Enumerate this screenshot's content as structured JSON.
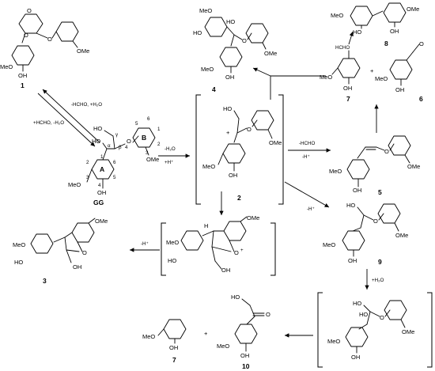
{
  "compounds": {
    "c1": "1",
    "gg": "GG",
    "c2": "2",
    "c3": "3",
    "c4": "4",
    "c5": "5",
    "c6": "6",
    "c7a": "7",
    "c7b": "7",
    "c8": "8",
    "c9": "9",
    "c10": "10"
  },
  "groups": {
    "meo": "MeO",
    "ome": "OMe",
    "oh": "OH",
    "ho": "HO",
    "h": "H",
    "hcho": "HCHO",
    "o": "O",
    "plus": "+",
    "plus_o": "+"
  },
  "gg_labels": {
    "alpha": "α",
    "beta": "β",
    "gamma": "γ",
    "ringA": "A",
    "ringB": "B",
    "n1": "1",
    "n2": "2",
    "n3": "3",
    "n4": "4",
    "n5": "5",
    "n6": "6"
  },
  "reagents": {
    "r1_to_gg": "+HCHO, -H₂O",
    "r_gg_to_1": "-HCHO, +H₂O",
    "r_gg_to_2_a": "-H₂O",
    "r_gg_to_2_b": "+H⁺",
    "r_2_to_5_a": "-HCHO",
    "r_2_to_5_b": "-H⁺",
    "r_2_to_9": "-H⁺",
    "r_to_3": "-H⁺",
    "r_9_hyd": "+H₂O"
  },
  "plus_signs": [
    "+",
    "+"
  ]
}
